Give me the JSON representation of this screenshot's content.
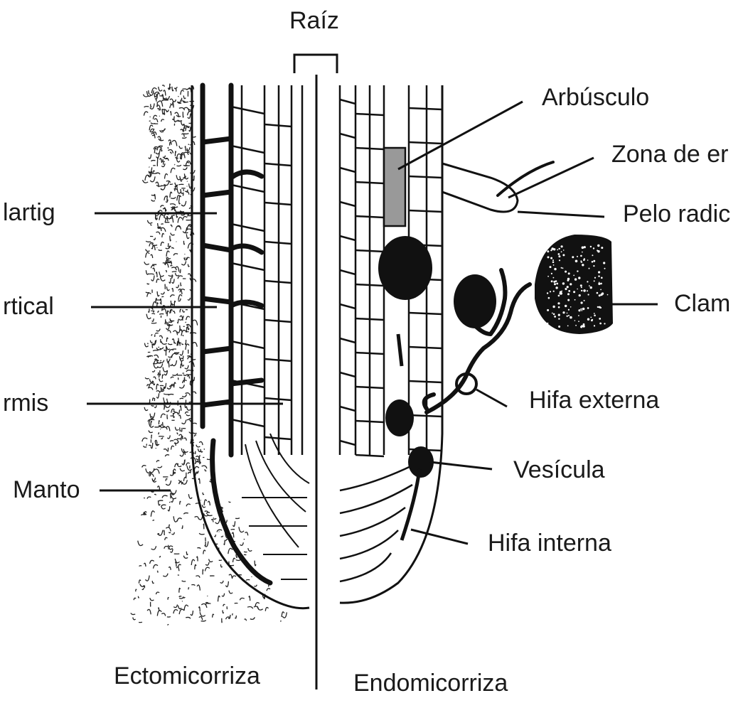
{
  "title": "Raíz",
  "left_caption": "Ectomicorriza",
  "right_caption": "Endomicorriza",
  "left_labels": [
    "lartig",
    "rtical",
    "rmis",
    "Manto"
  ],
  "right_labels": [
    "Arbúsculo",
    "Zona de er",
    "Pelo radic",
    "Clam",
    "Hifa externa",
    "Vesícula",
    "Hifa interna"
  ],
  "colors": {
    "ink": "#111111",
    "background": "#ffffff"
  }
}
